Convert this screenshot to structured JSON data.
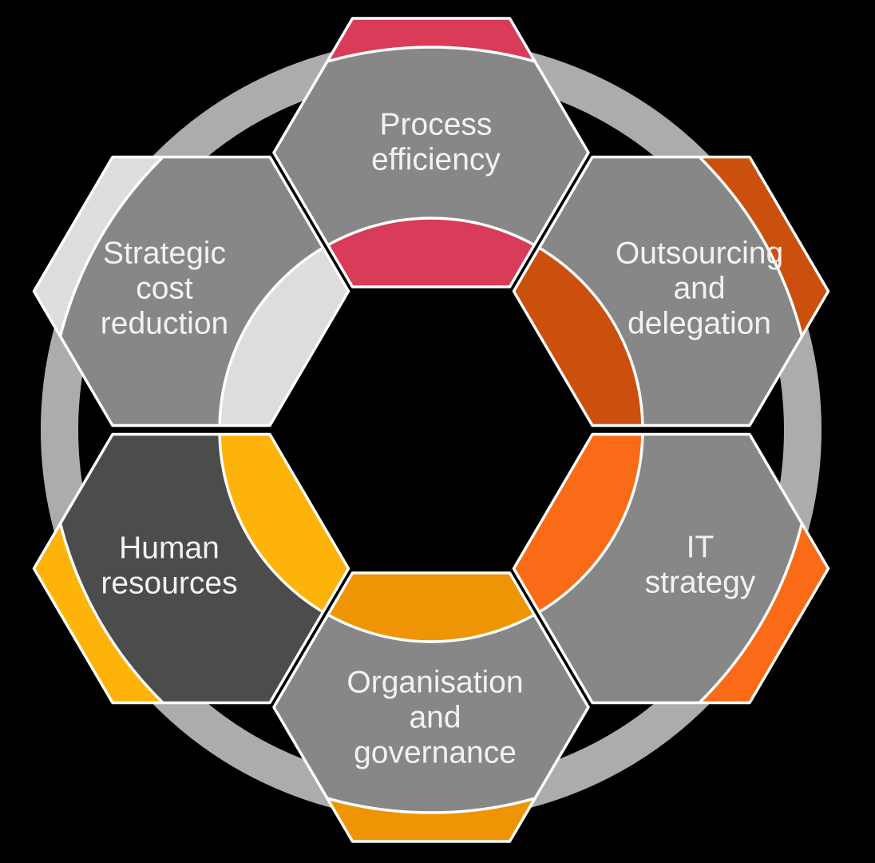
{
  "canvas": {
    "background_color": "#000000",
    "ring_color": "#ACACAC",
    "outline_color": "#FFFFFF",
    "label_color": "#F2F2F2"
  },
  "diagram": {
    "type": "hexagon-cycle",
    "hexagons": [
      {
        "name": "process-efficiency",
        "label": "Process efficiency",
        "lines": [
          "Process",
          "efficiency"
        ],
        "accent_color": "#D83C58",
        "body_color": "#878787"
      },
      {
        "name": "outsourcing-and-delegation",
        "label": "Outsourcing and delegation",
        "lines": [
          "Outsourcing",
          "and",
          "delegation"
        ],
        "accent_color": "#CB500E",
        "body_color": "#878787"
      },
      {
        "name": "it-strategy",
        "label": "IT strategy",
        "lines": [
          "IT",
          "strategy"
        ],
        "accent_color": "#F96B17",
        "body_color": "#878787"
      },
      {
        "name": "organisation-and-governance",
        "label": "Organisation and governance",
        "lines": [
          "Organisation",
          "and",
          "governance"
        ],
        "accent_color": "#EF9404",
        "body_color": "#878787"
      },
      {
        "name": "human-resources",
        "label": "Human resources",
        "lines": [
          "Human",
          "resources"
        ],
        "accent_color": "#FEB30A",
        "body_color": "#4C4C4C"
      },
      {
        "name": "strategic-cost-reduction",
        "label": "Strategic cost reduction",
        "lines": [
          "Strategic",
          "cost",
          "reduction"
        ],
        "accent_color": "#DDDDDD",
        "body_color": "#878787"
      }
    ]
  }
}
